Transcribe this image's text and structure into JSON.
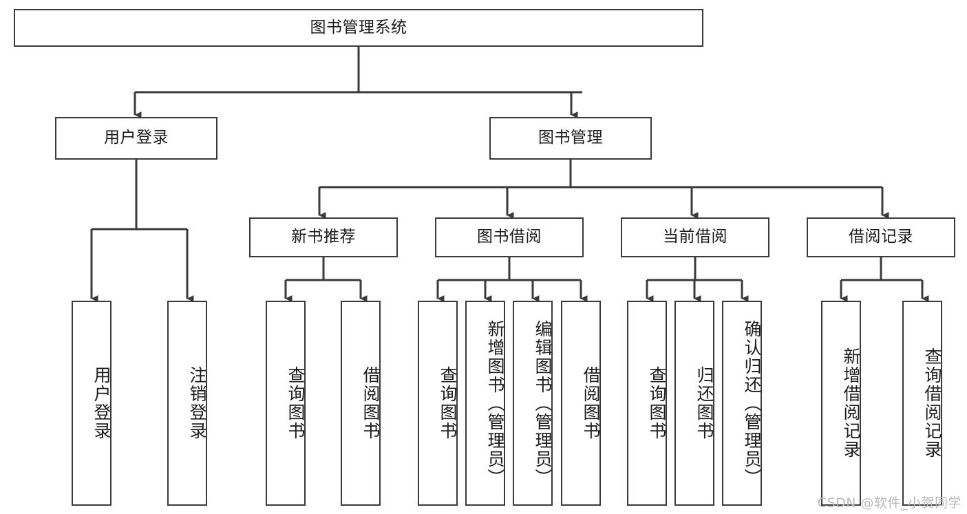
{
  "diagram": {
    "title": "图书管理系统",
    "watermark": "CSDN @软件_小贺同学",
    "line_color": "#3a3a3a",
    "text_color": "#1c1c1c",
    "background": "#ffffff"
  },
  "nodes": {
    "root": {
      "label": "图书管理系统"
    },
    "level2": [
      {
        "label": "用户登录"
      },
      {
        "label": "图书管理"
      }
    ],
    "level3": [
      {
        "label": "新书推荐"
      },
      {
        "label": "图书借阅"
      },
      {
        "label": "当前借阅"
      },
      {
        "label": "借阅记录"
      }
    ],
    "leaves": {
      "user_login": [
        {
          "label": "用户登录"
        },
        {
          "label": "注销登录"
        }
      ],
      "new_book_recommend": [
        {
          "label": "查询图书"
        },
        {
          "label": "借阅图书"
        }
      ],
      "book_borrow": [
        {
          "label": "查询图书"
        },
        {
          "label": "新增图书（管理员）"
        },
        {
          "label": "编辑图书（管理员）"
        },
        {
          "label": "借阅图书"
        }
      ],
      "current_borrow": [
        {
          "label": "查询图书"
        },
        {
          "label": "归还图书"
        },
        {
          "label": "确认归还（管理员）"
        }
      ],
      "borrow_record": [
        {
          "label": "新增借阅记录"
        },
        {
          "label": "查询借阅记录"
        }
      ]
    }
  }
}
